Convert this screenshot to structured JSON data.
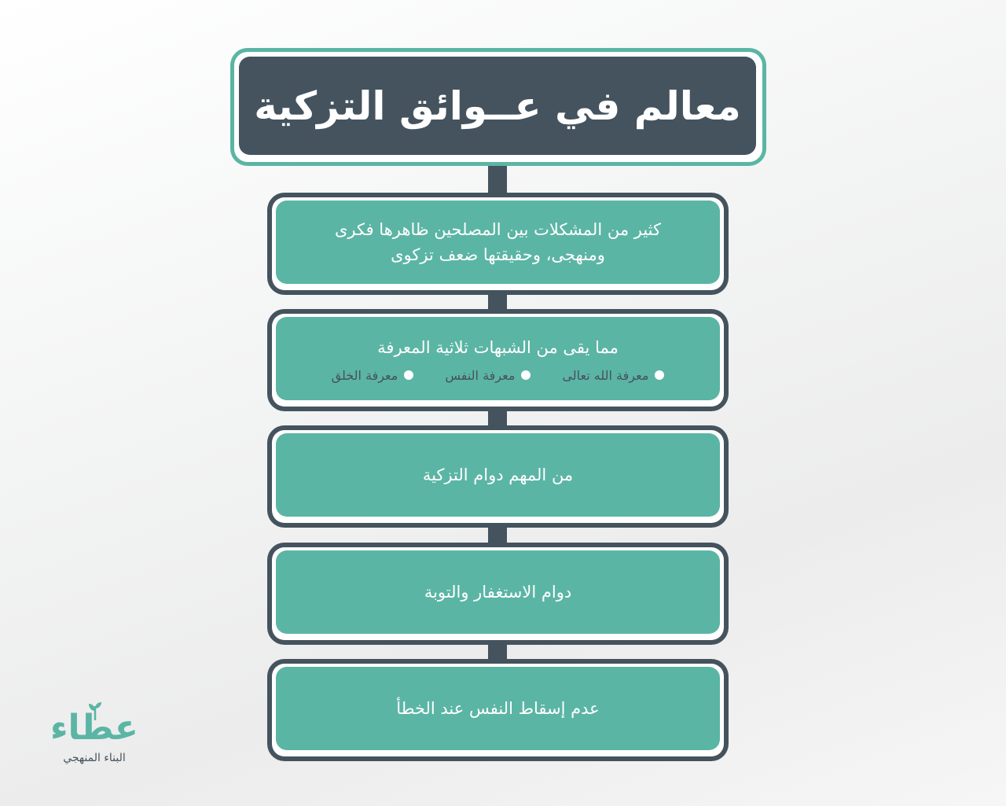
{
  "title": "معالم في عــوائق التزكية",
  "steps": [
    {
      "text": "كثير من المشكلات بين المصلحين ظاهرها فكرى ومنهجى، وحقيقتها ضعف تزكوى"
    },
    {
      "text": "مما يقى من الشبهات ثلاثية المعرفة",
      "bullets": [
        "معرفة الله تعالى",
        "معرفة النفس",
        "معرفة الخلق"
      ]
    },
    {
      "text": "من المهم دوام التزكية"
    },
    {
      "text": "دوام الاستغفار والتوبة"
    },
    {
      "text": "عدم إسقاط النفس عند الخطأ"
    }
  ],
  "logo": {
    "name": "عطاء",
    "tagline": "البناء المنهجي"
  },
  "colors": {
    "dark": "#44535e",
    "accent": "#5bb5a4"
  }
}
